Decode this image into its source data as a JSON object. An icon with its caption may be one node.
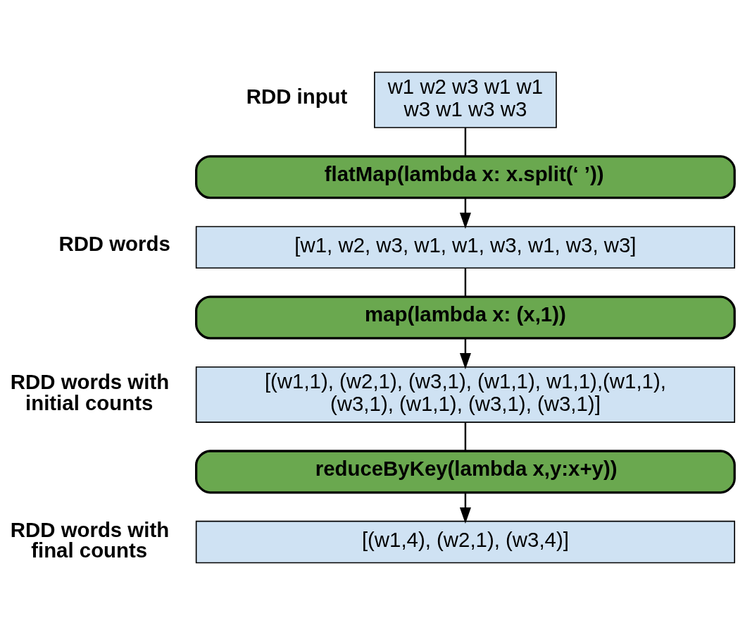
{
  "diagram": {
    "nodes": [
      {
        "text": [
          "w1 w2 w3 w1 w1 w3 w1 w3 w3"
        ],
        "beside": [
          "RDD input"
        ]
      },
      {
        "text": [
          "flatMap(lambda x: x.split(‘ ’))"
        ]
      },
      {
        "text": [
          "[w1, w2, w3, w1, w1, w3, w1, w3, w3]"
        ],
        "beside": [
          "RDD words"
        ]
      },
      {
        "text": [
          "map(lambda x: (x,1))"
        ]
      },
      {
        "text": [
          "[(w1,1), (w2,1), (w3,1), (w1,1), w1,1),(w1,1), (w3,1), (w1,1), (w3,1), (w3,1)]"
        ],
        "beside": [
          "RDD words with initial counts"
        ]
      },
      {
        "text": [
          "reduceByKey(lambda x,y:x+y))"
        ]
      },
      {
        "text": [
          "[(w1,4), (w2,1), (w3,4)]"
        ],
        "beside": [
          "RDD words with final counts"
        ]
      }
    ],
    "edges": [
      {
        "from": 0,
        "to": 1,
        "arrow": "none"
      },
      {
        "from": 1,
        "to": 2,
        "arrow": "to"
      },
      {
        "from": 2,
        "to": 3,
        "arrow": "none"
      },
      {
        "from": 3,
        "to": 4,
        "arrow": "to"
      },
      {
        "from": 4,
        "to": 5,
        "arrow": "none"
      },
      {
        "from": 5,
        "to": 6,
        "arrow": "to"
      }
    ]
  }
}
